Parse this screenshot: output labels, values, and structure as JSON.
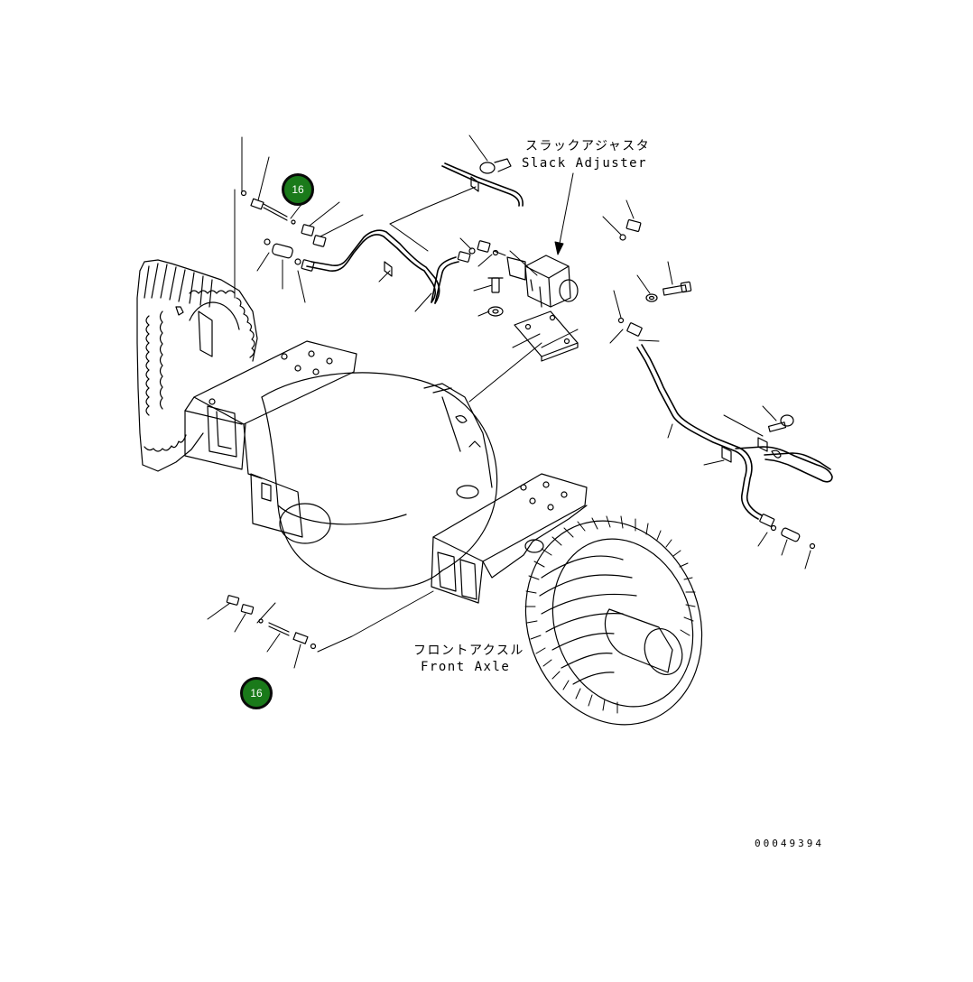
{
  "labels": {
    "slack_adjuster_jp": "スラックアジャスタ",
    "slack_adjuster_en": "Slack Adjuster",
    "front_axle_jp": "フロントアクスル",
    "front_axle_en": "Front Axle"
  },
  "callouts": [
    {
      "number": "16"
    },
    {
      "number": "16"
    }
  ],
  "figure_number": "00049394",
  "colors": {
    "callout_fill": "#1a7a1a",
    "callout_border": "#0a0a0a",
    "line": "#000000"
  }
}
